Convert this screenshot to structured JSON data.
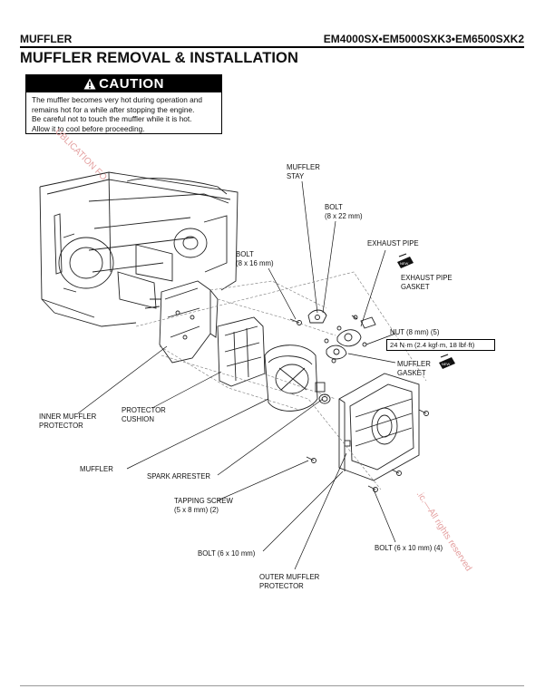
{
  "header": {
    "section": "MUFFLER",
    "models": "EM4000SX•EM5000SXK3•EM6500SXK2"
  },
  "title": "MUFFLER REMOVAL & INSTALLATION",
  "caution": {
    "heading": "CAUTION",
    "lines": [
      "The muffler becomes very hot during operation and",
      "remains hot for a while after stopping the engine.",
      "Be careful not to touch the muffler while it is hot.",
      "Allow it to cool before proceeding."
    ]
  },
  "labels": {
    "muffler_stay": [
      "MUFFLER",
      "STAY"
    ],
    "bolt_8x22": [
      "BOLT",
      "(8 x 22 mm)"
    ],
    "exhaust_pipe": [
      "EXHAUST PIPE"
    ],
    "bolt_8x16": [
      "BOLT",
      "(8 x 16 mm)"
    ],
    "exhaust_pipe_gasket": [
      "EXHAUST PIPE",
      "GASKET"
    ],
    "nut": [
      "NUT (8 mm) (5)"
    ],
    "torque": "24 N·m (2.4 kgf·m, 18 lbf·ft)",
    "muffler_gasket": [
      "MUFFLER",
      "GASKET"
    ],
    "inner_muffler_protector": [
      "INNER MUFFLER",
      "PROTECTOR"
    ],
    "protector_cushion": [
      "PROTECTOR",
      "CUSHION"
    ],
    "muffler": [
      "MUFFLER"
    ],
    "spark_arrester": [
      "SPARK ARRESTER"
    ],
    "tapping_screw": [
      "TAPPING SCREW",
      "(5 x 8 mm) (2)"
    ],
    "bolt_6x10_left": [
      "BOLT (6 x 10 mm)"
    ],
    "bolt_6x10_right": [
      "BOLT (6 x 10 mm) (4)"
    ],
    "outer_muffler_protector": [
      "OUTER MUFFLER",
      "PROTECTOR"
    ]
  },
  "new_part_icon": "new-part-icon",
  "watermarks": {
    "left": "UBLICATION FO",
    "right": ".ic.—All rights reserved"
  }
}
